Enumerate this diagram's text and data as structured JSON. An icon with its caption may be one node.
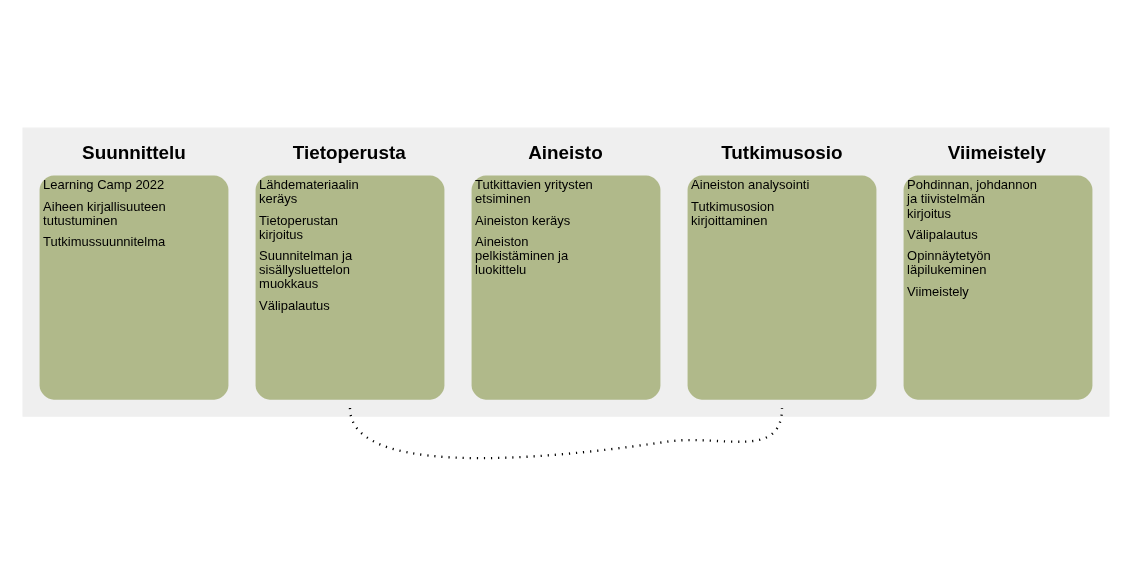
{
  "diagram": {
    "nodes": [
      {
        "text": [],
        "shape": "arrow"
      },
      {
        "text": [
          "Suunnittelu",
          "Learning Camp 2022",
          "Aiheen kirjallisuuteen tutustuminen",
          "Tutkimussuunnitelma"
        ],
        "in": 0
      },
      {
        "text": [
          "Tietoperusta",
          "Lähdemateriaalin keräys",
          "Tietoperustan kirjoitus",
          "Suunnitelman ja sisällysluettelon muokkaus",
          "Välipalautus"
        ],
        "in": 0
      },
      {
        "text": [
          "Aineisto",
          "Tutkittavien yritysten etsiminen",
          "Aineiston keräys",
          "Aineiston pelkistäminen ja luokittelu"
        ],
        "in": 0
      },
      {
        "text": [
          "Tutkimusosio",
          "Aineiston analysointi",
          "Tutkimusosion kirjoittaminen"
        ],
        "in": 0
      },
      {
        "text": [
          "Viimeistely",
          "Pohdinnan, johdannon ja tiivistelmän kirjoitus",
          "Välipalautus",
          "Opinnäytetyön läpilukeminen",
          "Viimeistely"
        ],
        "in": 0
      }
    ],
    "edges": [
      {
        "from": 2,
        "to": 4,
        "arrow": "none",
        "style": "dashed"
      }
    ]
  }
}
